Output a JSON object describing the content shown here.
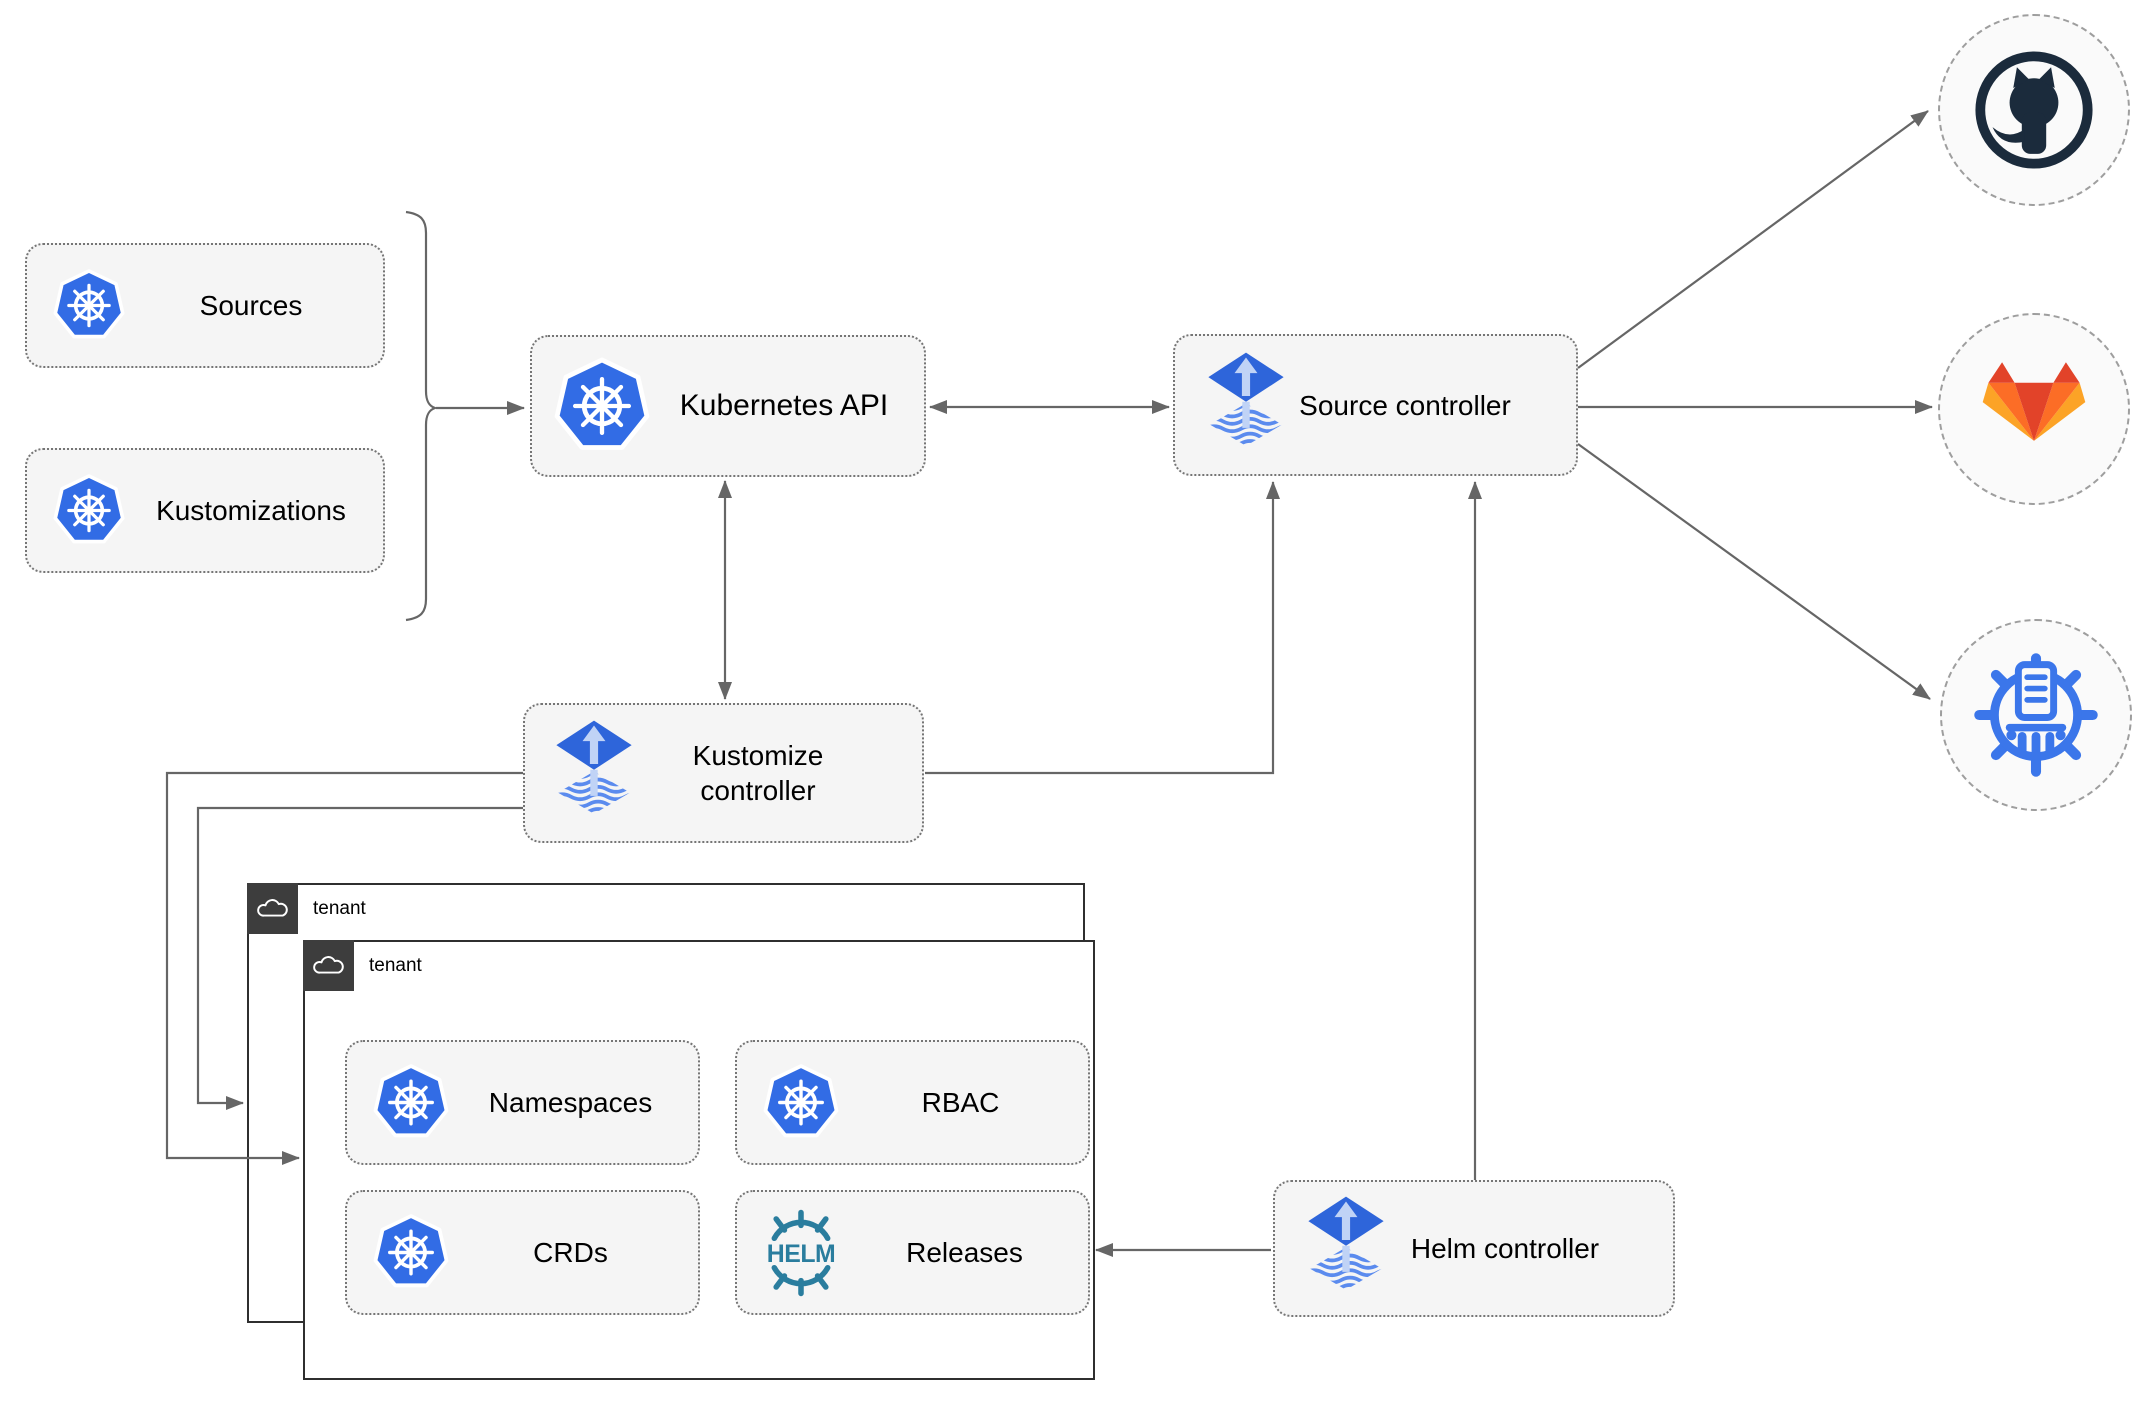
{
  "colors": {
    "kubernetes_blue": "#326ce5",
    "flux_blue": "#2e65da",
    "flux_stripe_blue": "#5b8bee",
    "flux_light_arrow": "#c0d3f6",
    "helm_teal": "#2a7d9e",
    "chartmuseum_blue": "#3b76ea",
    "github_dark": "#1b2b3c",
    "gitlab_red": "#e24329",
    "gitlab_orange": "#fc6d26",
    "gitlab_yellow": "#fca326",
    "node_fill": "#f5f5f5",
    "tenant_tab_dark": "#3d3d3d",
    "line_gray": "#666666"
  },
  "nodes": {
    "sources": {
      "label": "Sources",
      "icon": "kubernetes"
    },
    "kustomizations": {
      "label": "Kustomizations",
      "icon": "kubernetes"
    },
    "kubernetes_api": {
      "label": "Kubernetes API",
      "icon": "kubernetes"
    },
    "source_controller": {
      "label": "Source controller",
      "icon": "flux"
    },
    "kustomize_controller": {
      "label": "Kustomize controller",
      "icon": "flux"
    },
    "helm_controller": {
      "label": "Helm controller",
      "icon": "flux"
    },
    "tenant_back": {
      "label": "tenant",
      "icon": "cloud"
    },
    "tenant_front": {
      "label": "tenant",
      "icon": "cloud"
    },
    "namespaces": {
      "label": "Namespaces",
      "icon": "kubernetes"
    },
    "rbac": {
      "label": "RBAC",
      "icon": "kubernetes"
    },
    "crds": {
      "label": "CRDs",
      "icon": "kubernetes"
    },
    "releases": {
      "label": "Releases",
      "icon": "helm"
    },
    "github": {
      "icon": "github-mark"
    },
    "gitlab": {
      "icon": "gitlab-tanuki"
    },
    "helm_repository": {
      "icon": "chartmuseum-helm-repo"
    }
  },
  "icons": {
    "helm_wordmark": "HELM"
  },
  "edges": [
    {
      "from": "sources_and_kustomizations_brace",
      "to": "kubernetes_api",
      "arrows": "end"
    },
    {
      "from": "kubernetes_api",
      "to": "source_controller",
      "arrows": "both"
    },
    {
      "from": "kubernetes_api",
      "to": "kustomize_controller",
      "arrows": "both"
    },
    {
      "from": "kustomize_controller",
      "to": "source_controller",
      "arrows": "end"
    },
    {
      "from": "helm_controller",
      "to": "source_controller",
      "arrows": "end"
    },
    {
      "from": "helm_controller",
      "to": "releases",
      "arrows": "end"
    },
    {
      "from": "kustomize_controller",
      "to": "tenant_front",
      "arrows": "end"
    },
    {
      "from": "kustomize_controller",
      "to": "tenant_back",
      "arrows": "end"
    },
    {
      "from": "source_controller",
      "to": "github",
      "arrows": "end"
    },
    {
      "from": "source_controller",
      "to": "gitlab",
      "arrows": "end"
    },
    {
      "from": "source_controller",
      "to": "helm_repository",
      "arrows": "end"
    }
  ]
}
